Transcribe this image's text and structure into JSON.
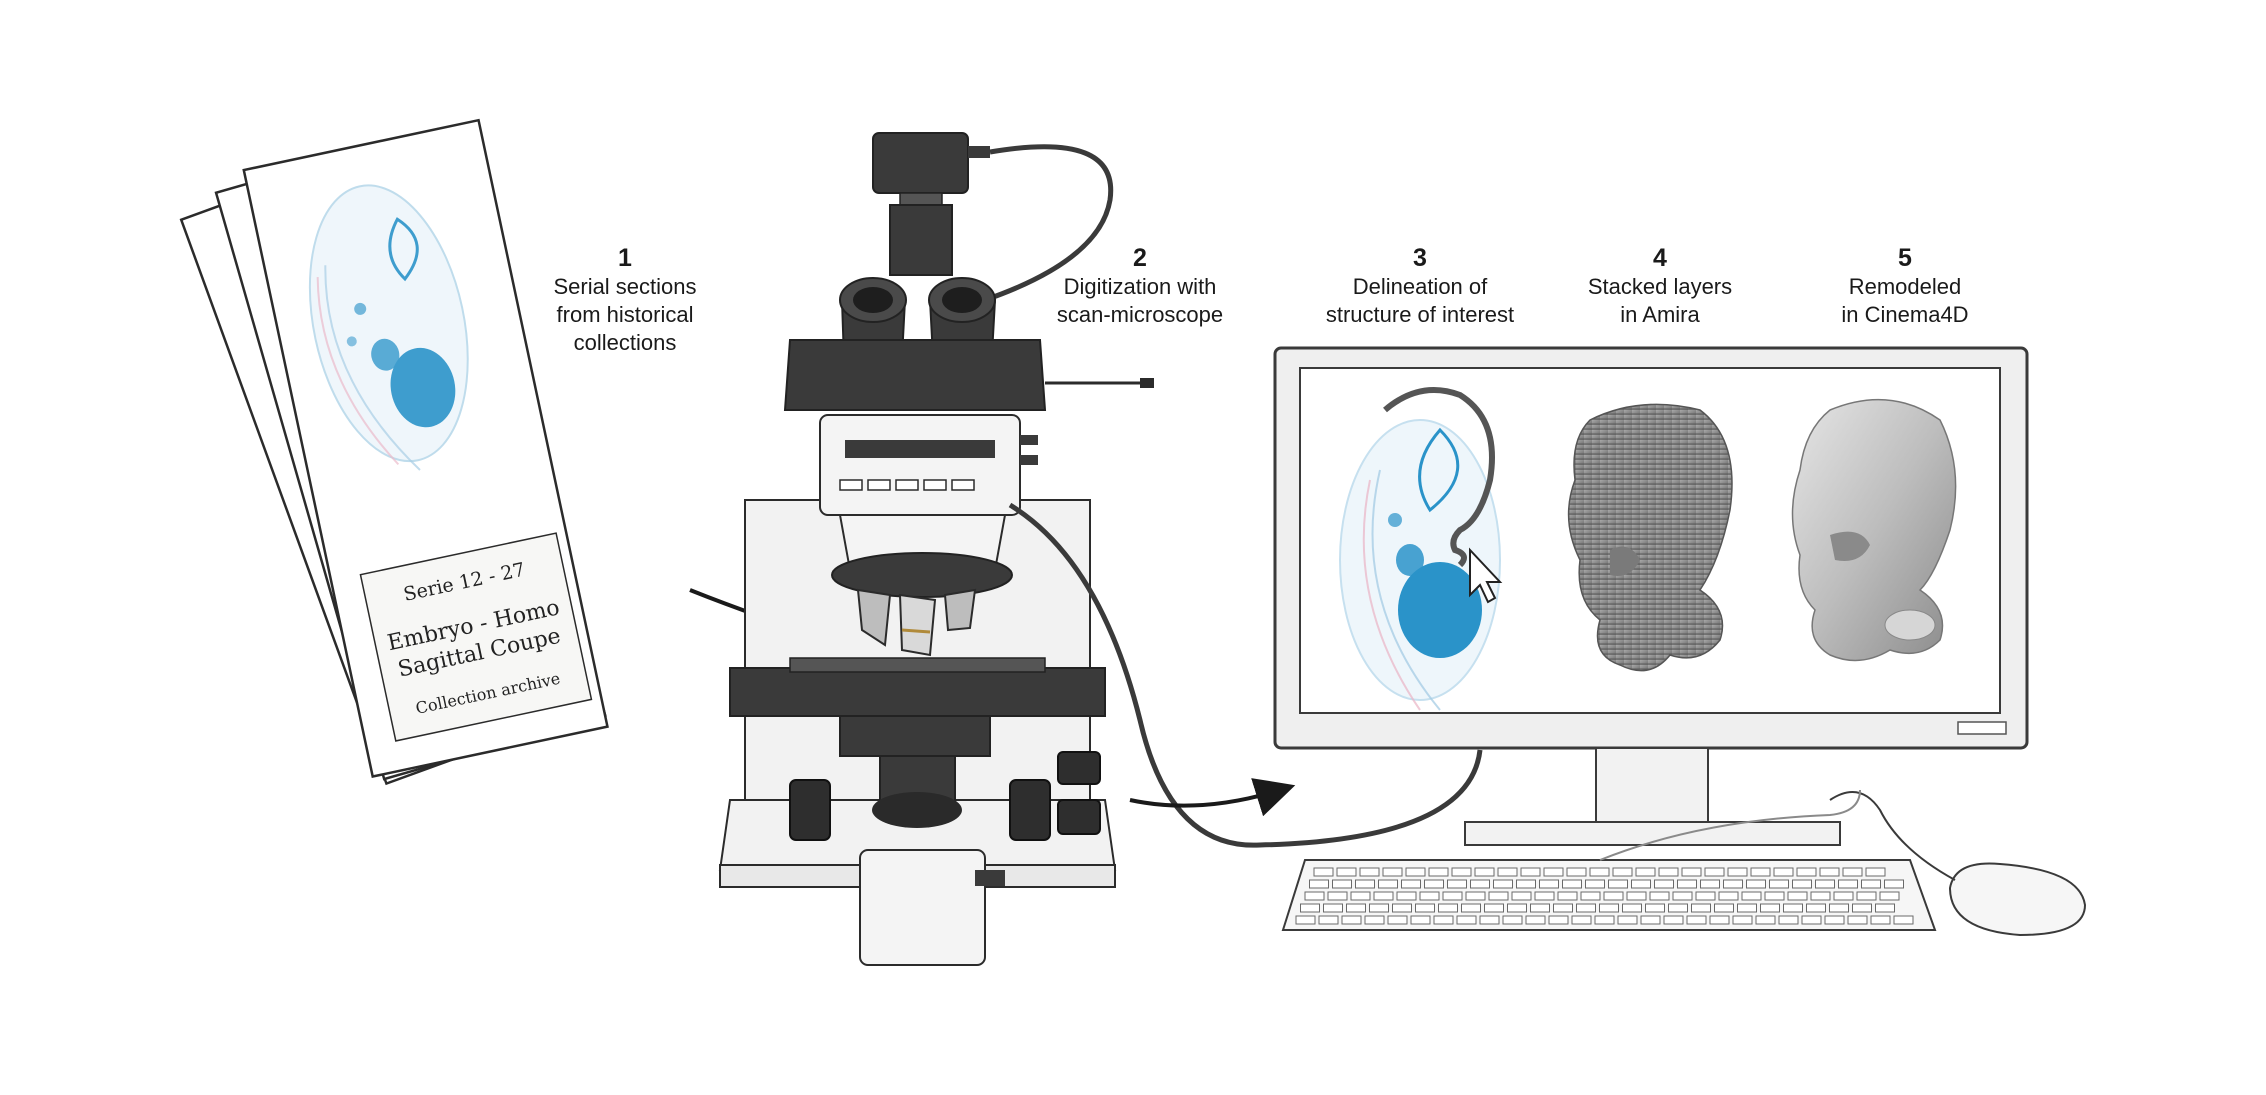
{
  "steps": [
    {
      "number": "1",
      "text": "Serial sections\nfrom historical\ncollections"
    },
    {
      "number": "2",
      "text": "Digitization with\nscan-microscope"
    },
    {
      "number": "3",
      "text": "Delineation of\nstructure of interest"
    },
    {
      "number": "4",
      "text": "Stacked layers\nin Amira"
    },
    {
      "number": "5",
      "text": "Remodeled\nin Cinema4D"
    }
  ],
  "slide_label": {
    "line1": "Serie 12 - 27",
    "line2": "Embryo - Homo",
    "line3": "Sagittal Coupe",
    "line4": "Collection archive"
  },
  "colors": {
    "stain_blue": "#2a93c9",
    "outline": "#2b2b2b",
    "device_dark": "#3a3a3a",
    "model_gray": "#9a9a9a"
  }
}
